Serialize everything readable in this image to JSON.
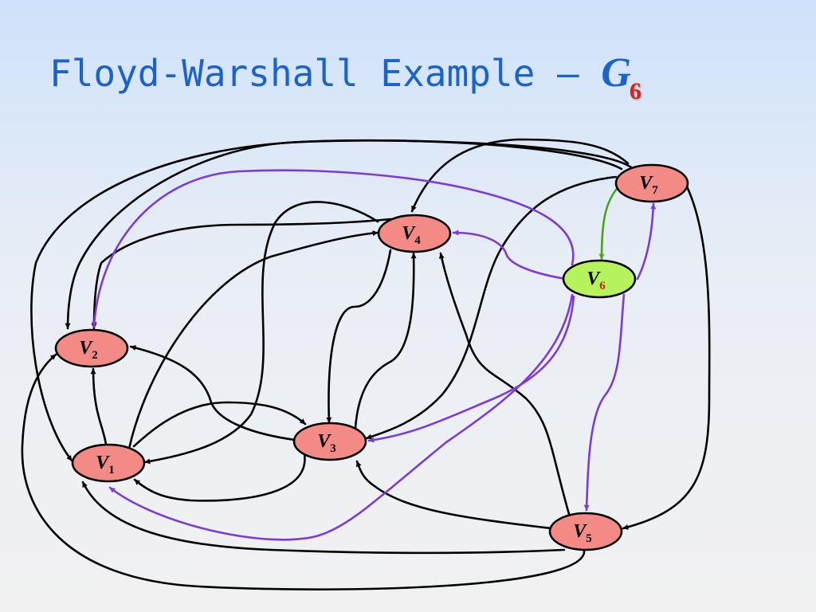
{
  "title": {
    "text": "Floyd-Warshall Example – ",
    "graph": "G",
    "subscript": "6"
  },
  "colors": {
    "node_fill": "#f48a86",
    "highlight_fill": "#b6f25c",
    "edge_black": "#000000",
    "edge_purple": "#7a3bdc",
    "edge_green": "#4aa31c",
    "title_blue": "#1b62c9",
    "subscript_red": "#d5231b"
  },
  "nodes": [
    {
      "id": "v1",
      "letter": "V",
      "sub": "1",
      "highlight": false
    },
    {
      "id": "v2",
      "letter": "V",
      "sub": "2",
      "highlight": false
    },
    {
      "id": "v3",
      "letter": "V",
      "sub": "3",
      "highlight": false
    },
    {
      "id": "v4",
      "letter": "V",
      "sub": "4",
      "highlight": false
    },
    {
      "id": "v5",
      "letter": "V",
      "sub": "5",
      "highlight": false
    },
    {
      "id": "v6",
      "letter": "V",
      "sub": "6",
      "highlight": true
    },
    {
      "id": "v7",
      "letter": "V",
      "sub": "7",
      "highlight": false
    }
  ],
  "edges": [
    {
      "from": "v1",
      "to": "v2",
      "color": "black"
    },
    {
      "from": "v1",
      "to": "v3",
      "color": "black"
    },
    {
      "from": "v1",
      "to": "v4",
      "color": "black"
    },
    {
      "from": "v3",
      "to": "v1",
      "color": "black"
    },
    {
      "from": "v3",
      "to": "v2",
      "color": "black"
    },
    {
      "from": "v3",
      "to": "v4",
      "color": "black"
    },
    {
      "from": "v4",
      "to": "v1",
      "color": "black"
    },
    {
      "from": "v4",
      "to": "v2",
      "color": "black"
    },
    {
      "from": "v4",
      "to": "v3",
      "color": "black"
    },
    {
      "from": "v5",
      "to": "v1",
      "color": "black"
    },
    {
      "from": "v5",
      "to": "v2",
      "color": "black"
    },
    {
      "from": "v5",
      "to": "v3",
      "color": "black"
    },
    {
      "from": "v5",
      "to": "v4",
      "color": "black"
    },
    {
      "from": "v7",
      "to": "v1",
      "color": "black"
    },
    {
      "from": "v7",
      "to": "v2",
      "color": "black"
    },
    {
      "from": "v7",
      "to": "v3",
      "color": "black"
    },
    {
      "from": "v7",
      "to": "v4",
      "color": "black"
    },
    {
      "from": "v7",
      "to": "v5",
      "color": "black"
    },
    {
      "from": "v7",
      "to": "v6",
      "color": "green"
    },
    {
      "from": "v6",
      "to": "v1",
      "color": "purple"
    },
    {
      "from": "v6",
      "to": "v2",
      "color": "purple"
    },
    {
      "from": "v6",
      "to": "v3",
      "color": "purple"
    },
    {
      "from": "v6",
      "to": "v4",
      "color": "purple"
    },
    {
      "from": "v6",
      "to": "v5",
      "color": "purple"
    },
    {
      "from": "v6",
      "to": "v7",
      "color": "purple"
    }
  ]
}
